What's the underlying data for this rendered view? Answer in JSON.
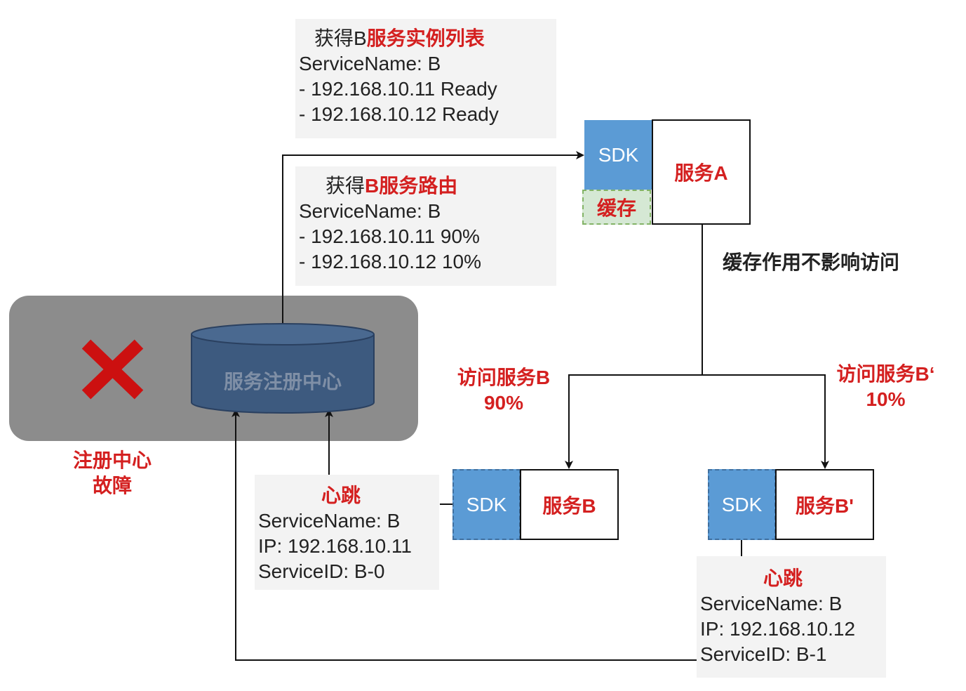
{
  "registry": {
    "label": "服务注册中心",
    "fault_label_line1": "注册中心",
    "fault_label_line2": "故障",
    "fault_icon": "cross-mark-icon"
  },
  "instance_list_note": {
    "prefix": "获得B",
    "highlight": "服务实例列表",
    "lines": [
      "ServiceName: B",
      "- 192.168.10.11 Ready",
      "- 192.168.10.12 Ready"
    ]
  },
  "route_note": {
    "prefix": "获得",
    "highlight": "B服务路由",
    "lines": [
      "ServiceName: B",
      "- 192.168.10.11 90%",
      "- 192.168.10.12 10%"
    ]
  },
  "service_a": {
    "sdk": "SDK",
    "name": "服务A",
    "cache": "缓存"
  },
  "cache_note": "缓存作用不影响访问",
  "service_b": {
    "sdk": "SDK",
    "name": "服务B"
  },
  "service_b2": {
    "sdk": "SDK",
    "name": "服务B'"
  },
  "access_b": {
    "line1": "访问服务B",
    "line2": "90%"
  },
  "access_b2": {
    "line1": "访问服务B‘",
    "line2": "10%"
  },
  "heartbeat_b": {
    "title": "心跳",
    "lines": [
      "ServiceName: B",
      "IP: 192.168.10.11",
      "ServiceID: B-0"
    ]
  },
  "heartbeat_b2": {
    "title": "心跳",
    "lines": [
      "ServiceName: B",
      "IP: 192.168.10.12",
      "ServiceID: B-1"
    ]
  },
  "colors": {
    "accent_red": "#d42020",
    "sdk_blue": "#5b9bd5",
    "registry_blue": "#3d5a7f",
    "fault_gray": "#8c8c8c",
    "cache_green": "#d5e8d4"
  }
}
